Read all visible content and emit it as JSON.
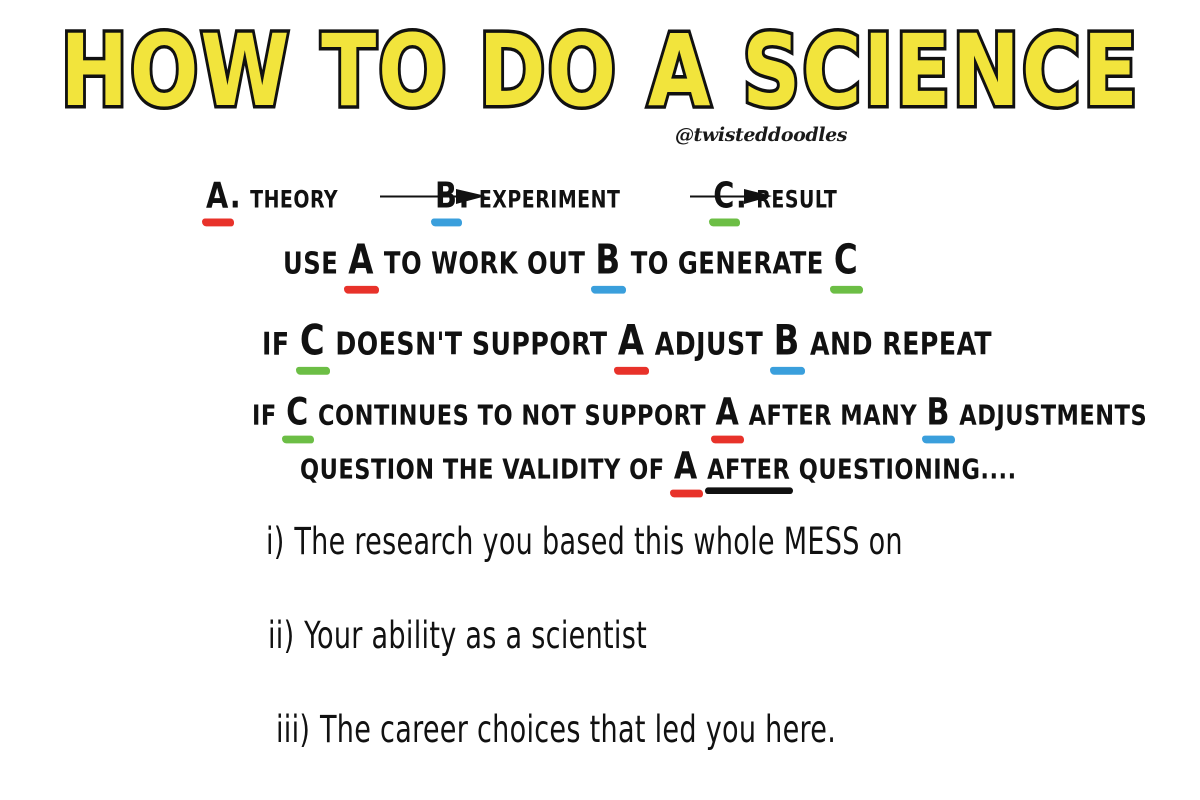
{
  "comic": {
    "title": "HOW TO DO A SCIENCE",
    "handle": "@twisteddoodles",
    "background_color": "#ffffff",
    "title_fill_color": "#f2e43c",
    "title_outline_color": "#111111",
    "marker_colors": {
      "a": "#e8322a",
      "b": "#3a9fdc",
      "c": "#6cbe45",
      "emphasis": "#111111"
    }
  },
  "steps": {
    "a": {
      "letter": "A",
      "suffix": ".",
      "label": "THEORY",
      "color": "#e8322a"
    },
    "b": {
      "letter": "B",
      "suffix": ".",
      "label": "EXPERIMENT",
      "color": "#3a9fdc"
    },
    "c": {
      "letter": "C",
      "suffix": ".",
      "label": "RESULT",
      "color": "#6cbe45"
    },
    "arrow_1": "arrow-right-icon",
    "arrow_2": "arrow-right-icon"
  },
  "lines": {
    "use": {
      "t1": "USE",
      "a": "A",
      "t2": "TO WORK OUT",
      "b": "B",
      "t3": "TO GENERATE",
      "c": "C"
    },
    "if_one": {
      "t1": "IF",
      "c": "C",
      "t2": "DOESN'T SUPPORT",
      "a": "A",
      "t3": "ADJUST",
      "b": "B",
      "t4": "AND REPEAT"
    },
    "if_two": {
      "t1": "IF",
      "c": "C",
      "t2": "CONTINUES TO NOT SUPPORT",
      "a": "A",
      "t3": "AFTER MANY",
      "b": "B",
      "t4": "ADJUSTMENTS"
    },
    "question": {
      "t1": "QUESTION THE VALIDITY OF",
      "a": "A",
      "after": "AFTER",
      "t2": "QUESTIONING...."
    }
  },
  "list": [
    {
      "marker": "i)",
      "text": "The research you based this whole MESS on"
    },
    {
      "marker": "ii)",
      "text": "Your ability as a scientist"
    },
    {
      "marker": "iii)",
      "text": "The career choices that led you here."
    }
  ]
}
